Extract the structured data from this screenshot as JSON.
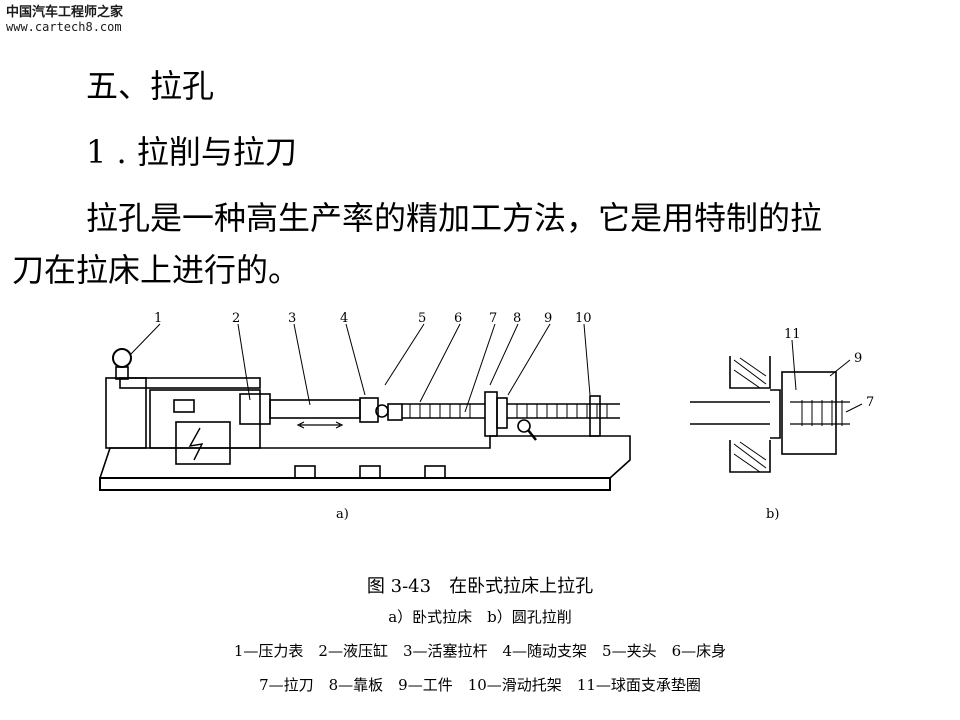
{
  "watermark": {
    "site_name": "中国汽车工程师之家",
    "url": "www.cartech8.com"
  },
  "section_title": "五、拉孔",
  "subsection_title": "1 . 拉削与拉刀",
  "paragraph": {
    "line1": "拉孔是一种高生产率的精加工方法，它是用特制的拉",
    "line2": "刀在拉床上进行的。"
  },
  "figure": {
    "callouts_a": [
      "1",
      "2",
      "3",
      "4",
      "5",
      "6",
      "7",
      "8",
      "9",
      "10"
    ],
    "callouts_b": [
      "11",
      "9",
      "7"
    ],
    "label_a": "a)",
    "label_b": "b)",
    "caption": "图 3-43　在卧式拉床上拉孔",
    "subcaption": "a）卧式拉床　b）圆孔拉削",
    "legend_line1": "1—压力表　2—液压缸　3—活塞拉杆　4—随动支架　5—夹头　6—床身",
    "legend_line2": "7—拉刀　8—靠板　9—工件　10—滑动托架　11—球面支承垫圈"
  }
}
